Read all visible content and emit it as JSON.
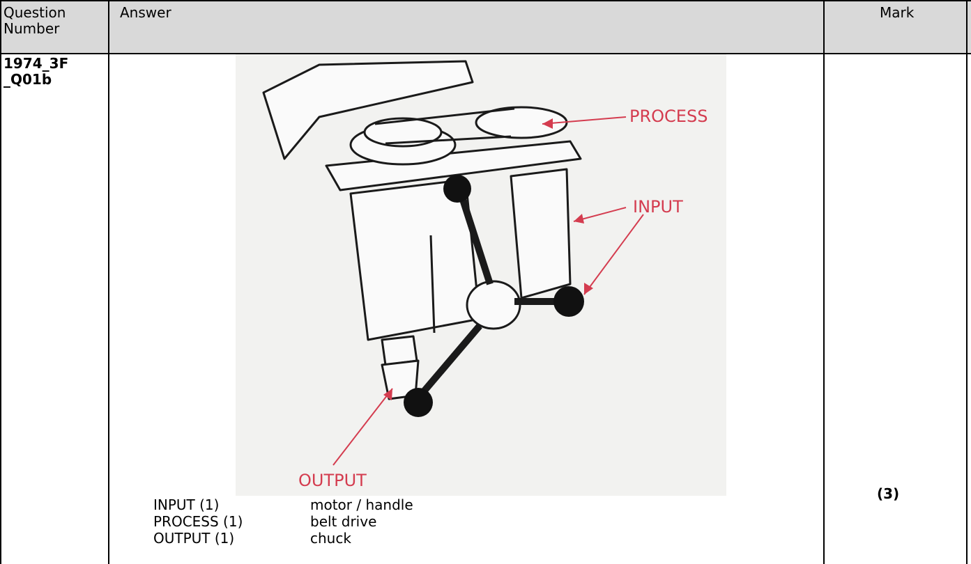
{
  "header": {
    "question_number_line1": "Question",
    "question_number_line2": "Number",
    "answer": "Answer",
    "mark": "Mark"
  },
  "row": {
    "question_id_line1": "1974_3F",
    "question_id_line2": "_Q01b",
    "figure": {
      "labels": {
        "process": "PROCESS",
        "input": "INPUT",
        "output": "OUTPUT"
      },
      "ink_color": "#d43c4f"
    },
    "answers": [
      {
        "term": "INPUT (1)",
        "value": "motor / handle"
      },
      {
        "term": "PROCESS (1)",
        "value": "belt drive"
      },
      {
        "term": "OUTPUT (1)",
        "value": "chuck"
      }
    ],
    "mark": "(3)"
  }
}
